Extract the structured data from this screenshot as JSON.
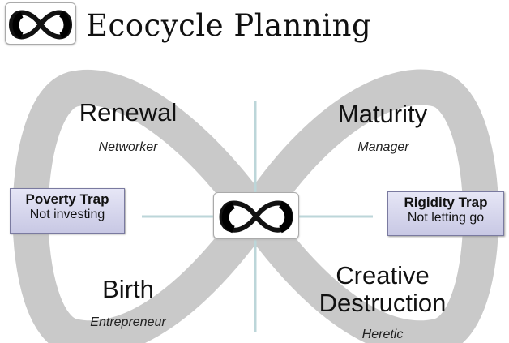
{
  "header": {
    "title": "Ecocycle Planning",
    "logo_icon": "infinity-loop-icon"
  },
  "diagram": {
    "phases": [
      {
        "name": "Renewal",
        "role": "Networker"
      },
      {
        "name": "Maturity",
        "role": "Manager"
      },
      {
        "name": "Birth",
        "role": "Entrepreneur"
      },
      {
        "name": "Creative Destruction",
        "role": "Heretic"
      }
    ],
    "traps": [
      {
        "title": "Poverty Trap",
        "subtitle": "Not investing"
      },
      {
        "title": "Rigidity Trap",
        "subtitle": "Not letting go"
      }
    ],
    "colors": {
      "loop": "#c9c9c9",
      "axes": "#bcd6d9",
      "trap_fill": "#d6d6ee"
    }
  }
}
